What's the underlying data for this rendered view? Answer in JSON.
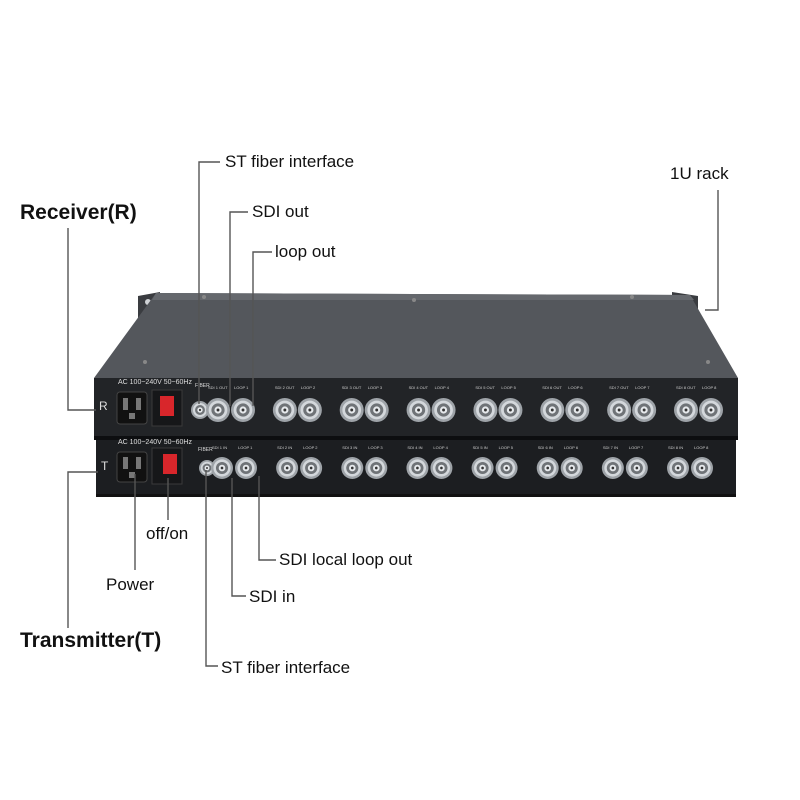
{
  "titles": {
    "receiver": "Receiver(R)",
    "transmitter": "Transmitter(T)"
  },
  "callouts": {
    "st_fiber_top": "ST fiber interface",
    "sdi_out": "SDI out",
    "loop_out": "loop out",
    "rack": "1U rack",
    "off_on": "off/on",
    "power": "Power",
    "sdi_local_loop_out": "SDI local loop out",
    "sdi_in": "SDI in",
    "st_fiber_bottom": "ST fiber interface"
  },
  "receiver_panel": {
    "unit_letter": "R",
    "power_rating": "AC 100~240V 50~60Hz",
    "fiber_label": "FIBER",
    "channel_labels": [
      "SDI 1 OUT",
      "LOOP 1",
      "SDI 2 OUT",
      "LOOP 2",
      "SDI 3 OUT",
      "LOOP 3",
      "SDI 4 OUT",
      "LOOP 4",
      "SDI 5 OUT",
      "LOOP 5",
      "SDI 6 OUT",
      "LOOP 6",
      "SDI 7 OUT",
      "LOOP 7",
      "SDI 8 OUT",
      "LOOP 8"
    ]
  },
  "transmitter_panel": {
    "unit_letter": "T",
    "power_rating": "AC 100~240V 50~60Hz",
    "fiber_label": "FIBER",
    "channel_labels": [
      "SDI 1 IN",
      "LOOP 1",
      "SDI 2 IN",
      "LOOP 2",
      "SDI 3 IN",
      "LOOP 3",
      "SDI 4 IN",
      "LOOP 4",
      "SDI 5 IN",
      "LOOP 5",
      "SDI 6 IN",
      "LOOP 6",
      "SDI 7 IN",
      "LOOP 7",
      "SDI 8 IN",
      "LOOP 8"
    ]
  },
  "colors": {
    "chassis_top": "#4a4d52",
    "panel": "#1f2124",
    "connector": "#b8bcc0",
    "switch": "#d8262b",
    "leader": "#555555"
  }
}
